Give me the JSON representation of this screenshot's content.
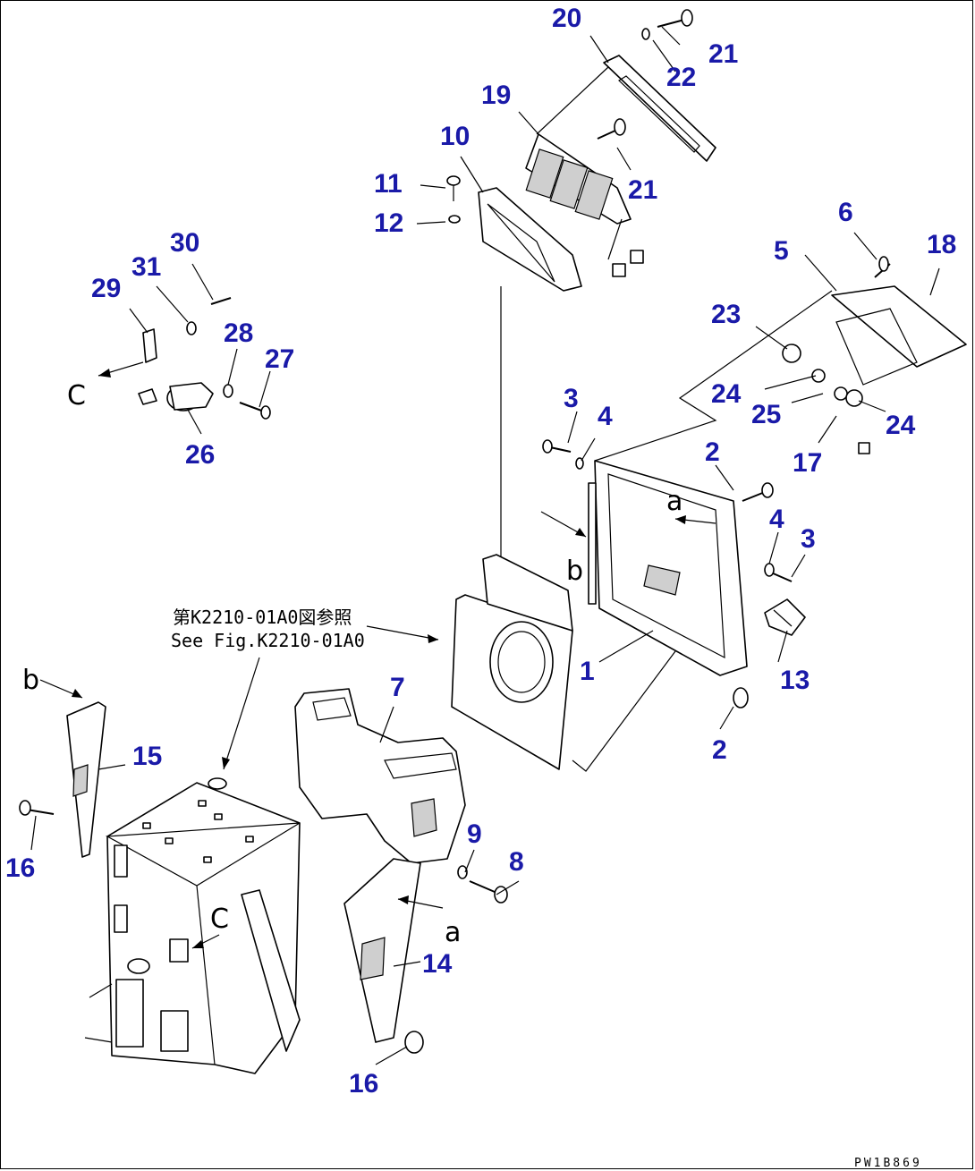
{
  "labels": [
    {
      "id": "1",
      "text": "1"
    },
    {
      "id": "2a",
      "text": "2"
    },
    {
      "id": "2b",
      "text": "2"
    },
    {
      "id": "3a",
      "text": "3"
    },
    {
      "id": "3b",
      "text": "3"
    },
    {
      "id": "4a",
      "text": "4"
    },
    {
      "id": "4b",
      "text": "4"
    },
    {
      "id": "5",
      "text": "5"
    },
    {
      "id": "6",
      "text": "6"
    },
    {
      "id": "7",
      "text": "7"
    },
    {
      "id": "8",
      "text": "8"
    },
    {
      "id": "9",
      "text": "9"
    },
    {
      "id": "10",
      "text": "10"
    },
    {
      "id": "11",
      "text": "11"
    },
    {
      "id": "12",
      "text": "12"
    },
    {
      "id": "13",
      "text": "13"
    },
    {
      "id": "14",
      "text": "14"
    },
    {
      "id": "15",
      "text": "15"
    },
    {
      "id": "16a",
      "text": "16"
    },
    {
      "id": "16b",
      "text": "16"
    },
    {
      "id": "17",
      "text": "17"
    },
    {
      "id": "18",
      "text": "18"
    },
    {
      "id": "19",
      "text": "19"
    },
    {
      "id": "20",
      "text": "20"
    },
    {
      "id": "21a",
      "text": "21"
    },
    {
      "id": "21b",
      "text": "21"
    },
    {
      "id": "22",
      "text": "22"
    },
    {
      "id": "23",
      "text": "23"
    },
    {
      "id": "24a",
      "text": "24"
    },
    {
      "id": "24b",
      "text": "24"
    },
    {
      "id": "25",
      "text": "25"
    },
    {
      "id": "26",
      "text": "26"
    },
    {
      "id": "27",
      "text": "27"
    },
    {
      "id": "28",
      "text": "28"
    },
    {
      "id": "29",
      "text": "29"
    },
    {
      "id": "30",
      "text": "30"
    },
    {
      "id": "31",
      "text": "31"
    }
  ],
  "reference": {
    "jp": "第K2210-01A0図参照",
    "en": "See Fig.K2210-01A0"
  },
  "view_letters": {
    "a1": "a",
    "a2": "a",
    "b1": "b",
    "b2": "b",
    "c1": "C",
    "c2": "C"
  },
  "drawing_code": "PW1B869",
  "colors": {
    "label": "#1a1aa8",
    "line": "#000000",
    "background": "#ffffff"
  }
}
